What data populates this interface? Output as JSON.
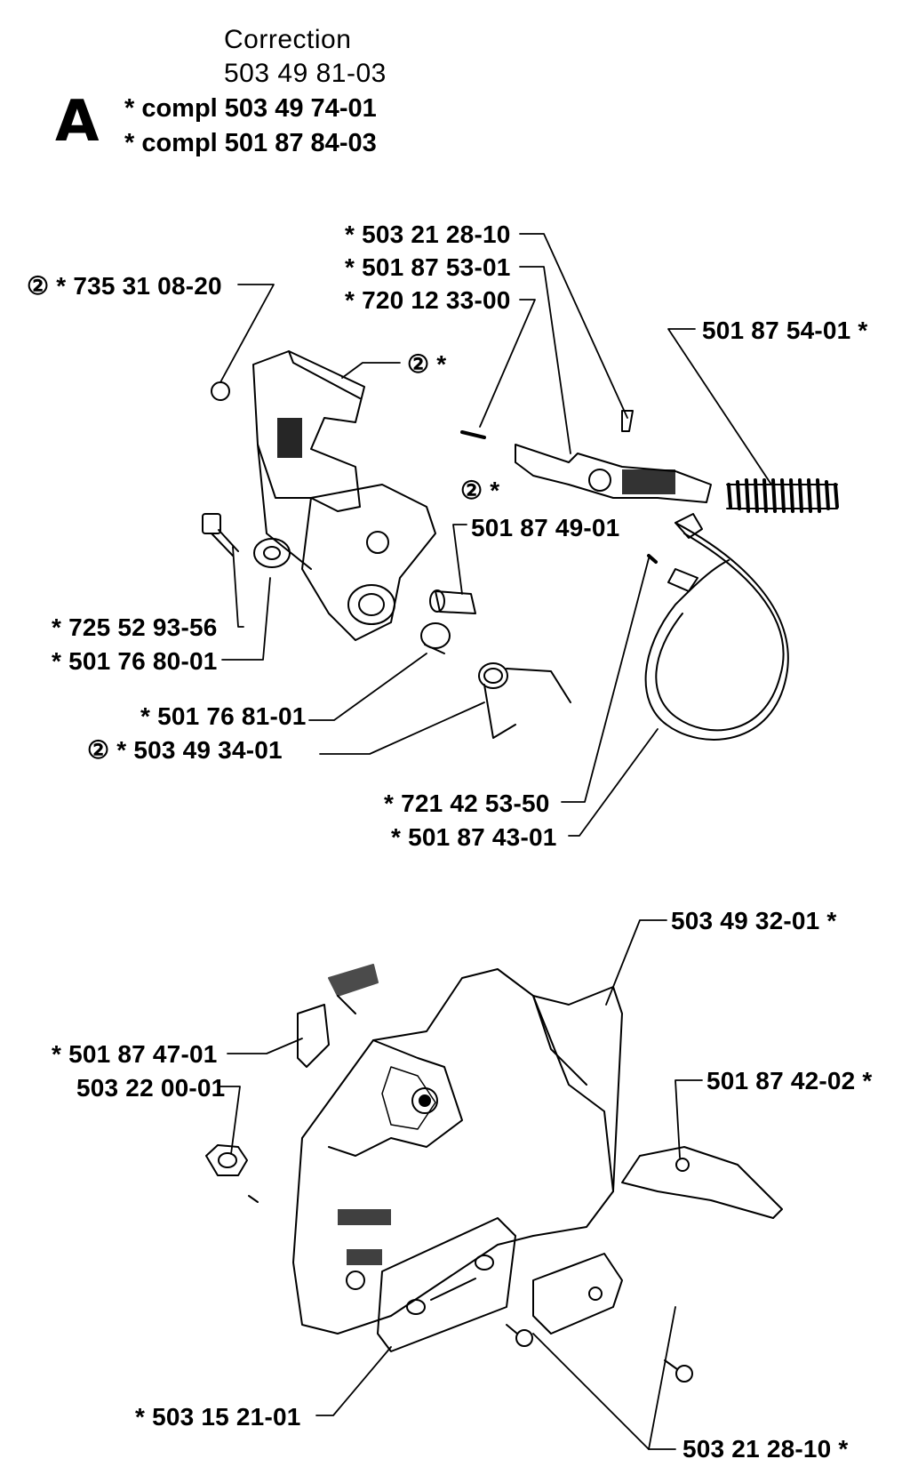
{
  "header": {
    "letter": "A",
    "correction_title": "Correction",
    "correction_number": "503 49 81-03",
    "compl_1": "*  compl 503 49 74-01",
    "compl_2": "*  compl 501 87 84-03"
  },
  "labels": {
    "p1": "②  *  735 31 08-20",
    "p2": "*  503 21 28-10",
    "p3": "*  501 87 53-01",
    "p4": "*  720 12 33-00",
    "p5": "501 87 54-01  *",
    "p6": "②  *",
    "p7": "②  *",
    "p8": "501 87 49-01",
    "p9": "*  725 52 93-56",
    "p10": "*  501 76 80-01",
    "p11": "*  501 76 81-01",
    "p12": "②  *  503 49 34-01",
    "p13": "*  721 42 53-50",
    "p14": "*  501 87 43-01",
    "p15": "503 49 32-01  *",
    "p16": "*  501 87 47-01",
    "p17": "503 22 00-01",
    "p18": "501 87 42-02  *",
    "p19": "*  503 15 21-01",
    "p20": "503 21 28-10  *"
  }
}
